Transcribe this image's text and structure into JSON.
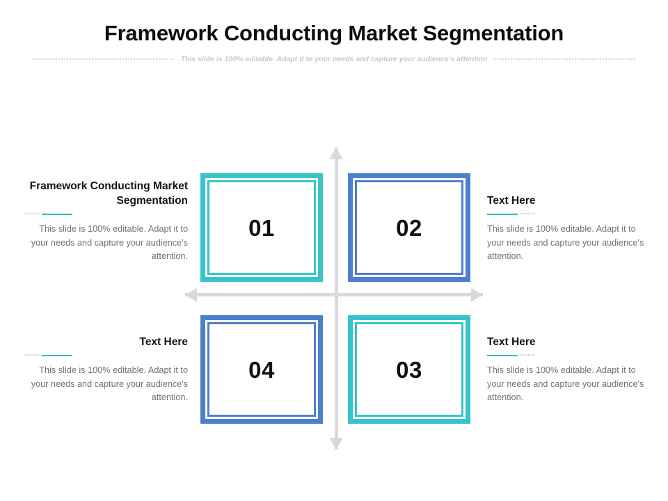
{
  "header": {
    "title": "Framework Conducting Market Segmentation",
    "subtitle": "This slide is 100% editable. Adapt it to your needs and capture your audience's attention"
  },
  "colors": {
    "teal": "#35c4cb",
    "blue": "#4d80cb",
    "axis_gray": "#d9d9d9",
    "accent_rule": "#3fb4c0",
    "body_text": "#6f7276"
  },
  "boxes": [
    {
      "number": "01",
      "color": "teal",
      "position": "top-left"
    },
    {
      "number": "02",
      "color": "blue",
      "position": "top-right"
    },
    {
      "number": "04",
      "color": "blue",
      "position": "bottom-left"
    },
    {
      "number": "03",
      "color": "teal",
      "position": "bottom-right"
    }
  ],
  "text_blocks": {
    "top_left": {
      "heading": "Framework Conducting Market Segmentation",
      "body": "This slide is 100% editable.  Adapt it to your needs and capture your audience's attention."
    },
    "top_right": {
      "heading": "Text Here",
      "body": "This slide is 100% editable.  Adapt it to your needs and capture your audience's attention."
    },
    "bottom_left": {
      "heading": "Text Here",
      "body": "This slide is 100% editable.  Adapt it to your needs and capture your audience's attention."
    },
    "bottom_right": {
      "heading": "Text Here",
      "body": "This slide is 100% editable.  Adapt it to your needs and capture your audience's attention."
    }
  },
  "axes": {
    "vertical_arrow": "double-headed-vertical-arrow",
    "horizontal_arrow": "double-headed-horizontal-arrow"
  }
}
